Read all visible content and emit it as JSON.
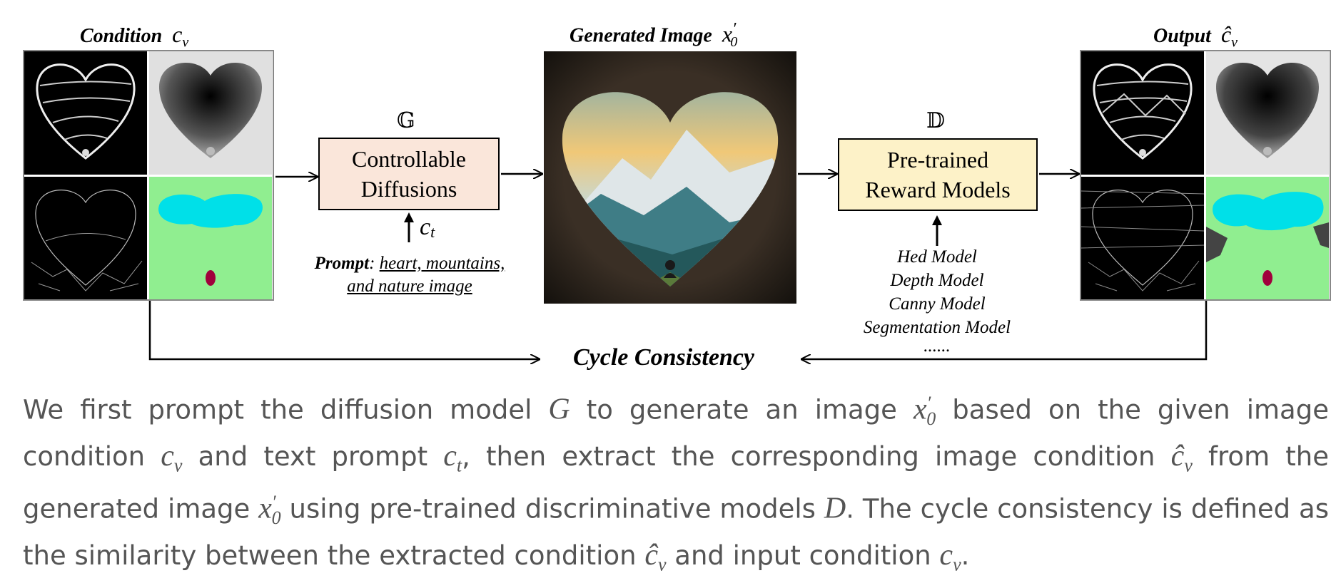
{
  "labels": {
    "condition_title": "Condition",
    "condition_sym": "c",
    "condition_sub": "v",
    "generated_title": "Generated Image",
    "generated_sym": "x",
    "generated_sup": "′",
    "generated_sub": "0",
    "output_title": "Output",
    "output_sym": "ĉ",
    "output_sub": "v",
    "g_symbol": "𝔾",
    "d_symbol": "𝔻",
    "diffusion_line1": "Controllable",
    "diffusion_line2": "Diffusions",
    "reward_line1": "Pre-trained",
    "reward_line2": "Reward Models",
    "ct_sym": "c",
    "ct_sub": "t",
    "prompt_label": "Prompt",
    "prompt_colon": ":",
    "prompt_text_1": "heart, mountains,",
    "prompt_text_2": "and nature image",
    "models": [
      "Hed Model",
      "Depth Model",
      "Canny Model",
      "Segmentation Model",
      "......"
    ],
    "cycle": "Cycle Consistency"
  },
  "caption": {
    "p1": "We first prompt the diffusion model ",
    "G": "G",
    "p2": " to generate an image ",
    "x": "x",
    "x_sup": "′",
    "x_sub": "0",
    "p3": " based on the given image condition ",
    "c": "c",
    "c_sub": "v",
    "p4": " and text prompt ",
    "ct": "c",
    "ct_sub": "t",
    "p5": ", then extract the corresponding image condition ",
    "chat": "ĉ",
    "chat_sub": "v",
    "p6": " from the generated image ",
    "x2": "x",
    "x2_sup": "′",
    "x2_sub": "0",
    "p7": " using pre-trained discriminative models ",
    "D": "D",
    "p8": ". The cycle consistency is defined as the similarity between the extracted condition ",
    "chat2": "ĉ",
    "chat2_sub": "v",
    "p9": " and input condition ",
    "c2": "c",
    "c2_sub": "v",
    "p10": "."
  },
  "colors": {
    "diffusion_box": "#fae6da",
    "reward_box": "#fdf2c8",
    "seg_background": "#90ee90",
    "seg_cyan": "#00e0e8",
    "seg_figure": "#a0003c"
  }
}
